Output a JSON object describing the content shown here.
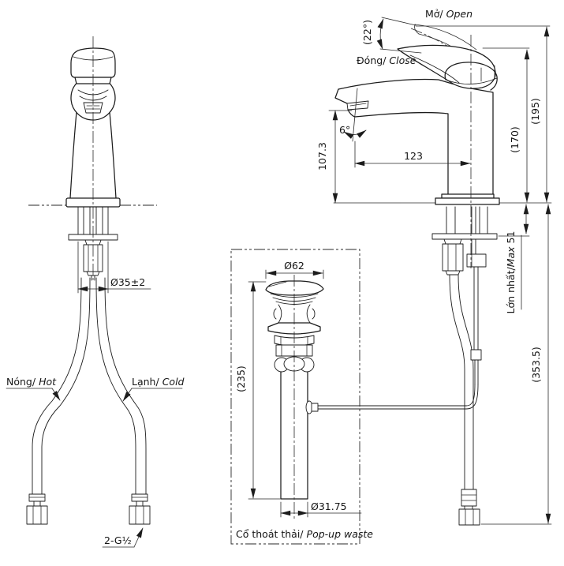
{
  "labels": {
    "open": {
      "vi": "Mở/",
      "en": "Open"
    },
    "close": {
      "vi": "Đóng/",
      "en": "Close"
    },
    "hot": {
      "vi": "Nóng/",
      "en": "Hot"
    },
    "cold": {
      "vi": "Lạnh/",
      "en": "Cold"
    },
    "popup_waste": {
      "vi": "Cổ thoát thải/",
      "en": "Pop-up waste"
    },
    "max_insert": {
      "vi": "Lớn nhất/",
      "en": "Max",
      "suffix": "51"
    }
  },
  "dimensions": {
    "handle_open_angle": "(22°)",
    "aerator_angle": "6°",
    "spout_height": "107.3",
    "spout_reach": "123",
    "height_handle_closed": "(170)",
    "height_handle_open": "(195)",
    "deck_hole_diameter": "Ø35±2",
    "supply_thread": "2-G½",
    "hose_drop": "(353.5)",
    "waste_cap_diameter": "Ø62",
    "waste_body_length": "(235)",
    "waste_tail_diameter": "Ø31.75"
  }
}
